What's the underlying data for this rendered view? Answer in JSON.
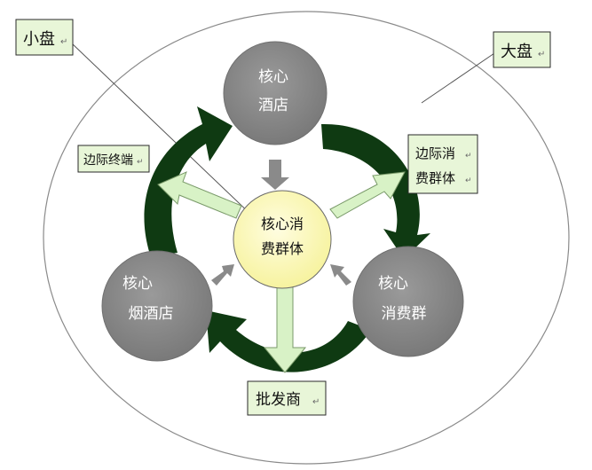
{
  "labels": {
    "small_market": "小盘",
    "big_market": "大盘",
    "edge_terminal": "边际终端",
    "edge_consumers_line1": "边际消",
    "edge_consumers_line2": "费群体",
    "wholesaler": "批发商"
  },
  "nodes": {
    "core_hotel": {
      "line1": "核心",
      "line2": "酒店"
    },
    "core_consumers": {
      "line1": "核心消",
      "line2": "费群体"
    },
    "core_tobacco_store": {
      "line1": "核心",
      "line2": "烟酒店"
    },
    "core_consumer_group": {
      "line1": "核心",
      "line2": "消费群"
    }
  },
  "paragraph_mark": "↵",
  "colors": {
    "outer_circle": "#8a8a8a",
    "grey_node": "#8c8c8c",
    "center_node": "#fbf9b0",
    "cycle_arrow": "#0f3a12",
    "light_arrow_fill": "#d8f2c6",
    "small_arrow": "#8a8a8a",
    "label_box": "#e8f6d8"
  }
}
